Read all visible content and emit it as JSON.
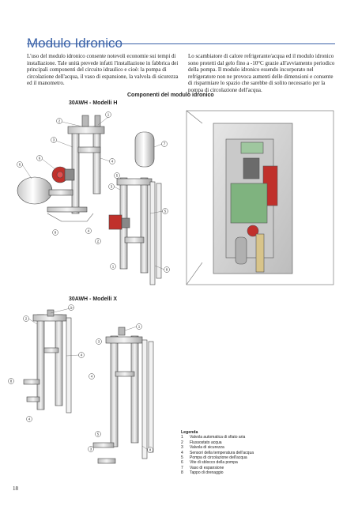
{
  "page": {
    "title": "Modulo Idronico",
    "intro_left": "L'uso del modulo idronico consente notevoli economie sui tempi di installazione. Tale unità prevede infatti l'installazione in fabbrica dei principali componenti del circuito idraulico e cioè: la pompa di circolazione dell'acqua, il vaso di espansione, la valvola di sicurezza ed il manometro.",
    "intro_right": "Lo scambiatore di calore refrigerante/acqua ed il modulo idronico sono protetti dal gelo fino a -10°C grazie all'avviamento periodico della pompa. Il modulo idronico essendo incorporato nel refrigeratore non ne provoca aumenti delle dimensioni e consente di risparmiare lo spazio che sarebbe di solito necessario per la pompa di circolazione dell'acqua.",
    "section_title": "Componenti del modulo idronico",
    "subtitle_h": "30AWH - Modelli H",
    "subtitle_x": "30AWH - Modelli X",
    "page_number": "18"
  },
  "legend": {
    "title": "Legenda",
    "items": [
      {
        "num": "1",
        "text": "Valvola automatica di sfiato aria"
      },
      {
        "num": "2",
        "text": "Flussostato acqua"
      },
      {
        "num": "3",
        "text": "Valvola di sicurezza"
      },
      {
        "num": "4",
        "text": "Sensori della temperatura dell'acqua"
      },
      {
        "num": "5",
        "text": "Pompa di circolazione dell'acqua"
      },
      {
        "num": "6",
        "text": "Vite di sblocco della pompa"
      },
      {
        "num": "7",
        "text": "Vaso di espansione"
      },
      {
        "num": "8",
        "text": "Tappo di drenaggio"
      }
    ]
  },
  "callouts": {
    "h_diagram": [
      "1",
      "2",
      "3",
      "7",
      "4",
      "6",
      "5",
      "6",
      "3",
      "4",
      "5",
      "8",
      "2",
      "8",
      "1"
    ],
    "x_diagram": [
      "1",
      "2",
      "4",
      "3",
      "1",
      "4",
      "8",
      "4",
      "5",
      "3",
      "8"
    ]
  },
  "colors": {
    "title_blue": "#3a62a8",
    "pump_red": "#c0302b",
    "pipe_gray": "#d9d9d9",
    "photo_bg": "#d8d8d8"
  }
}
